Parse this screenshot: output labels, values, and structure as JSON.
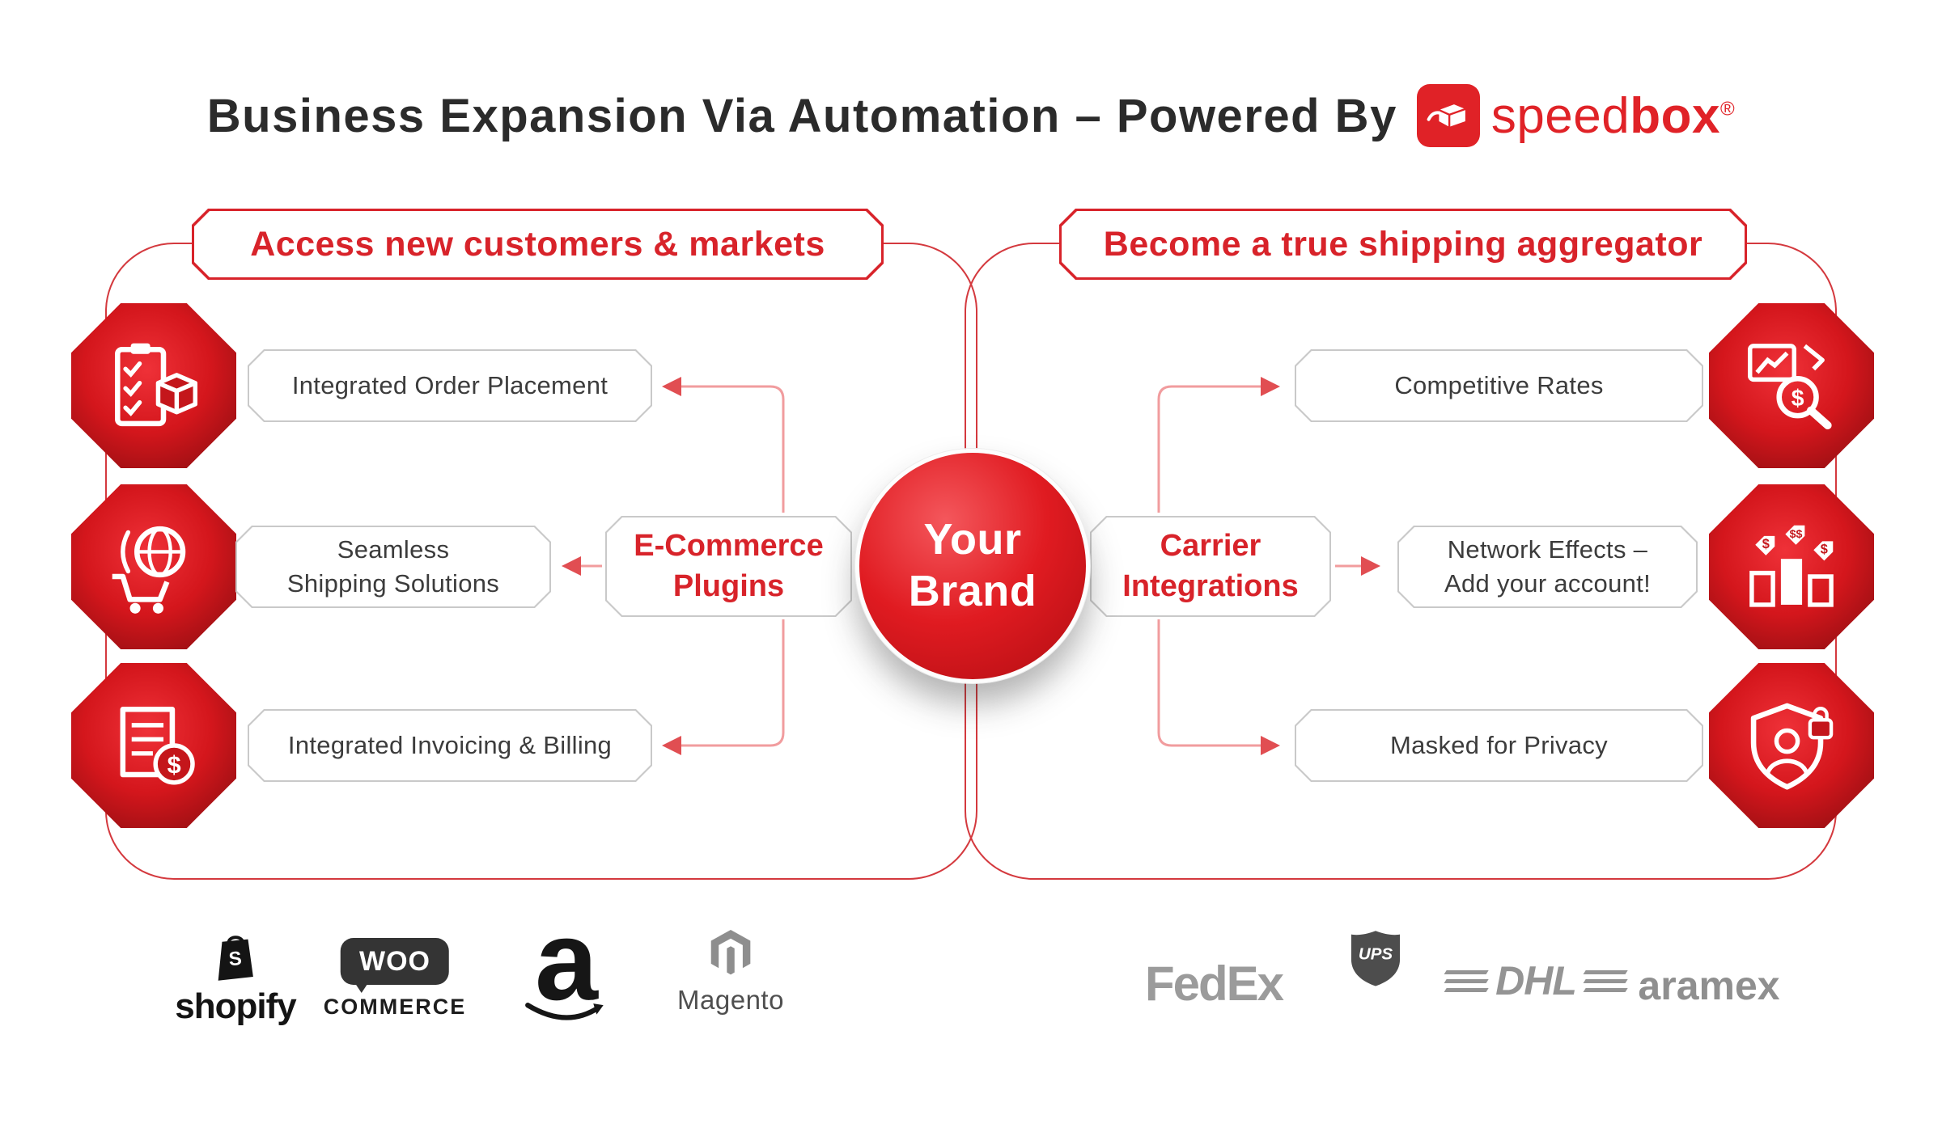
{
  "accent_color": "#d8232a",
  "title": {
    "text": "Business Expansion Via Automation – Powered By",
    "brand_speed": "speed",
    "brand_box": "box",
    "brand_reg": "®"
  },
  "left_panel": {
    "header": "Access new customers & markets",
    "hub_label": "E-Commerce\nPlugins",
    "items": [
      {
        "label": "Integrated Order Placement",
        "icon": "clipboard-checklist-package-icon"
      },
      {
        "label": "Seamless\nShipping Solutions",
        "icon": "globe-cart-icon"
      },
      {
        "label": "Integrated Invoicing & Billing",
        "icon": "invoice-dollar-icon"
      }
    ]
  },
  "center": {
    "label": "Your\nBrand"
  },
  "right_panel": {
    "header": "Become a true shipping aggregator",
    "hub_label": "Carrier\nIntegrations",
    "items": [
      {
        "label": "Competitive Rates",
        "icon": "rates-chart-magnifier-icon"
      },
      {
        "label": "Network Effects –\nAdd your account!",
        "icon": "network-pricing-podium-icon"
      },
      {
        "label": "Masked for Privacy",
        "icon": "privacy-shield-lock-icon"
      }
    ]
  },
  "ecommerce_logos": {
    "shopify": "shopify",
    "woo_line1": "WOO",
    "woo_line2": "COMMERCE",
    "amazon_a": "a",
    "magento": "Magento"
  },
  "carrier_logos": {
    "fedex": "FedEx",
    "ups": "UPS",
    "dhl": "DHL",
    "aramex": "aramex"
  }
}
